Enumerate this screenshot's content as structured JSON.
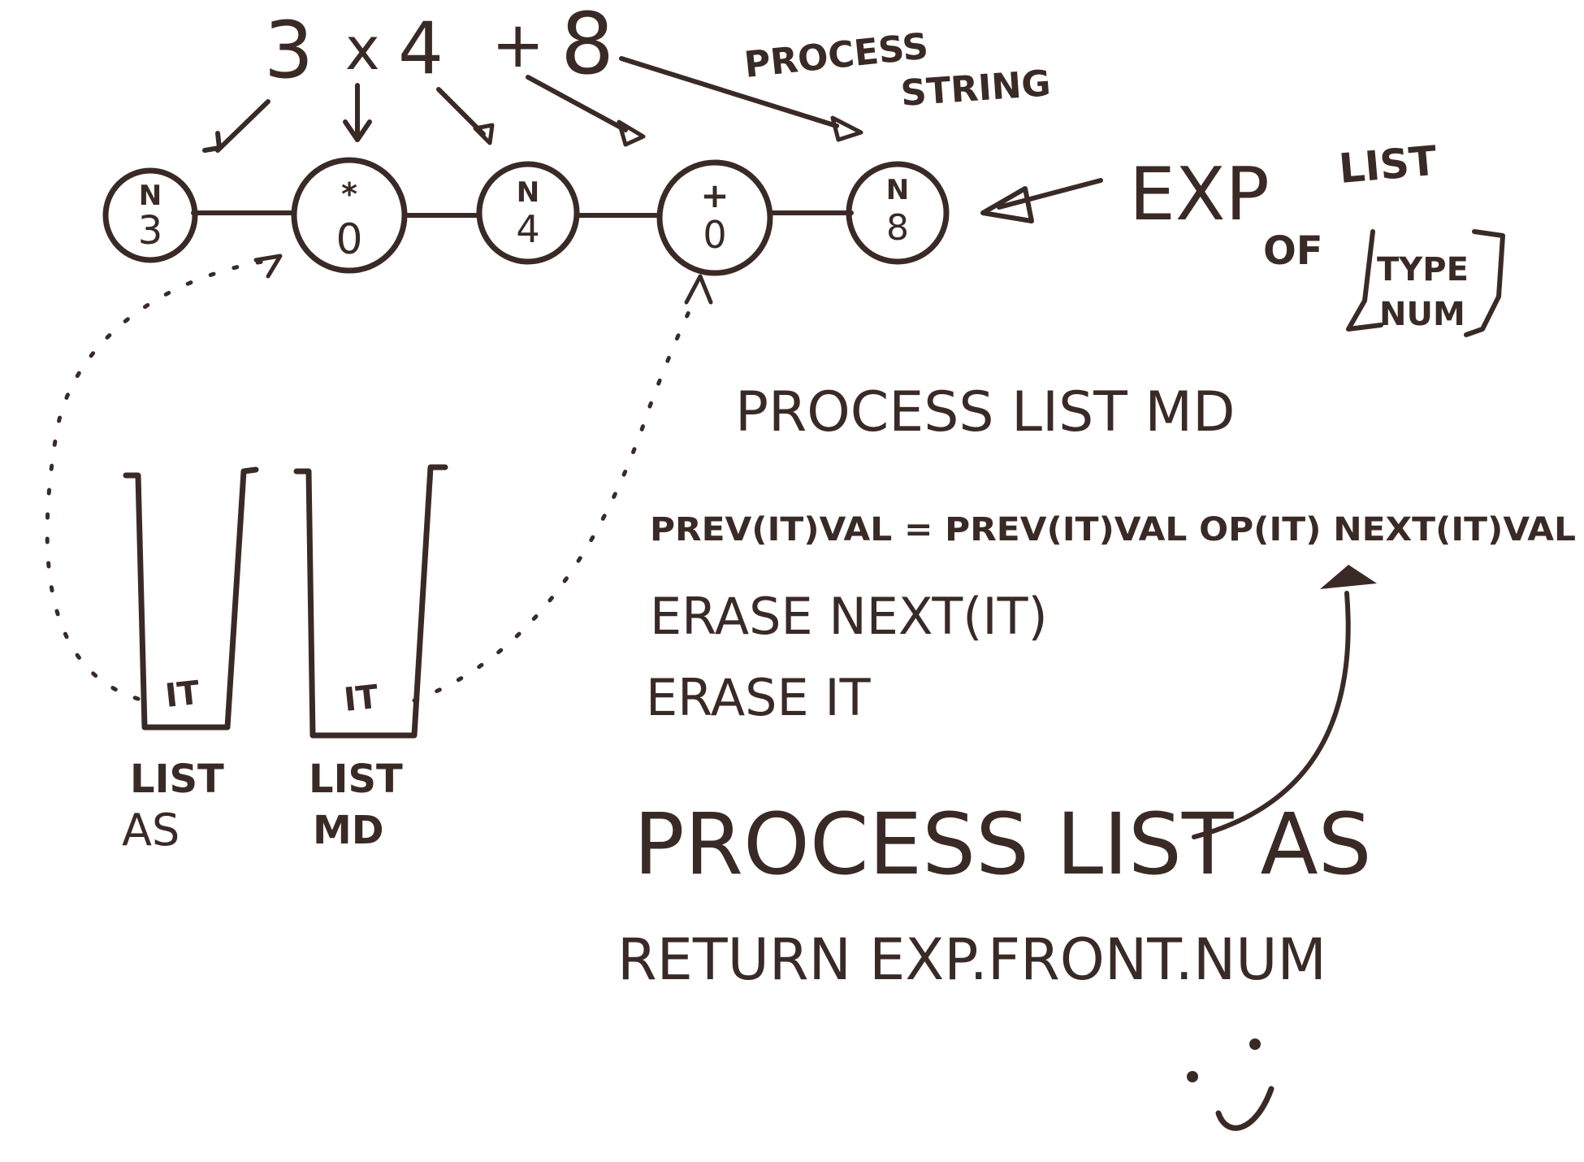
{
  "colors": {
    "ink": "#3a2a26",
    "background": "#ffffff"
  },
  "expression": {
    "tokens": [
      "3",
      "x",
      "4",
      "+",
      "8"
    ]
  },
  "process_string_label": {
    "line1": "PROCESS",
    "line2": "STRING"
  },
  "nodes": [
    {
      "type": "N",
      "value": "3"
    },
    {
      "type": "*",
      "value": "0"
    },
    {
      "type": "N",
      "value": "4"
    },
    {
      "type": "+",
      "value": "0"
    },
    {
      "type": "N",
      "value": "8"
    }
  ],
  "exp_list_label": {
    "exp": "EXP",
    "list": "LIST",
    "of": "OF",
    "type": "TYPE",
    "num": "NUM"
  },
  "lists": [
    {
      "iterator": "IT",
      "line1": "LIST",
      "line2": "AS"
    },
    {
      "iterator": "IT",
      "line1": "LIST",
      "line2": "MD"
    }
  ],
  "process_md": {
    "title": "PROCESS LIST MD",
    "steps": [
      "PREV(IT)VAL = PREV(IT)VAL  OP(IT) NEXT(IT)VAL",
      "ERASE NEXT(IT)",
      "ERASE IT"
    ]
  },
  "process_as": {
    "title": "PROCESS LIST AS",
    "return_line": "RETURN  EXP.FRONT.NUM"
  },
  "smiley_icon": "smiley-face"
}
